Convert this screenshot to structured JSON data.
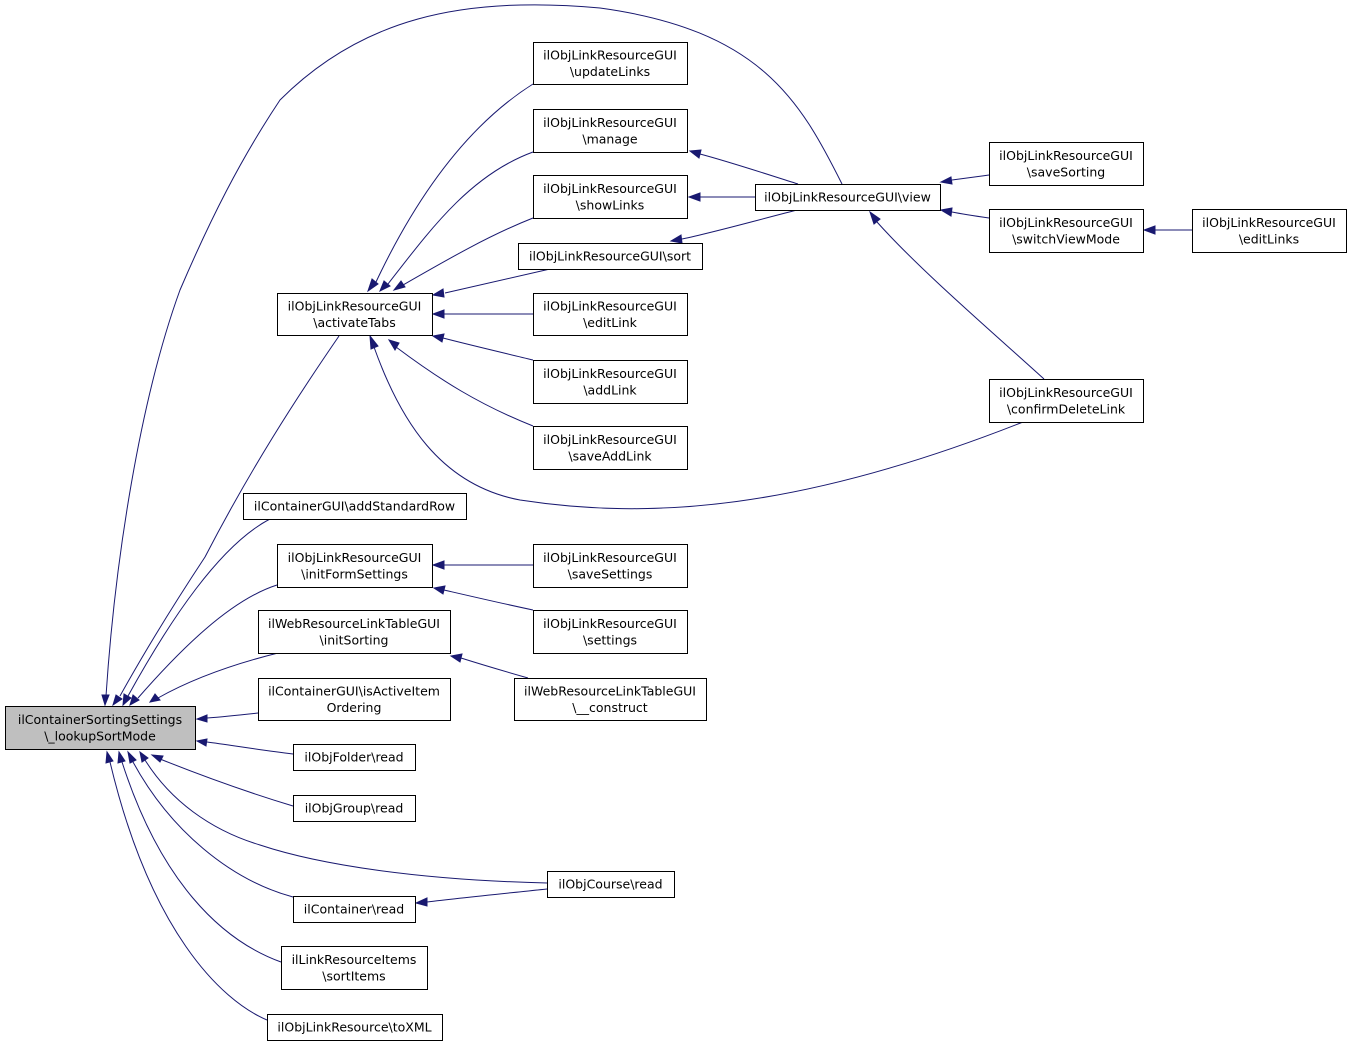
{
  "diagram": {
    "colors": {
      "edge": "#191970",
      "node_border": "#000000",
      "node_fill": "#ffffff",
      "root_fill": "#bfbfbf"
    },
    "nodes": [
      {
        "id": "root",
        "lines": [
          "ilContainerSortingSettings",
          "\\_lookupSortMode"
        ]
      },
      {
        "id": "activateTabs",
        "lines": [
          "ilObjLinkResourceGUI",
          "\\activateTabs"
        ]
      },
      {
        "id": "updateLinks",
        "lines": [
          "ilObjLinkResourceGUI",
          "\\updateLinks"
        ]
      },
      {
        "id": "manage",
        "lines": [
          "ilObjLinkResourceGUI",
          "\\manage"
        ]
      },
      {
        "id": "showLinks",
        "lines": [
          "ilObjLinkResourceGUI",
          "\\showLinks"
        ]
      },
      {
        "id": "sort",
        "lines": [
          "ilObjLinkResourceGUI\\sort"
        ]
      },
      {
        "id": "editLink",
        "lines": [
          "ilObjLinkResourceGUI",
          "\\editLink"
        ]
      },
      {
        "id": "addLink",
        "lines": [
          "ilObjLinkResourceGUI",
          "\\addLink"
        ]
      },
      {
        "id": "saveAddLink",
        "lines": [
          "ilObjLinkResourceGUI",
          "\\saveAddLink"
        ]
      },
      {
        "id": "view",
        "lines": [
          "ilObjLinkResourceGUI\\view"
        ]
      },
      {
        "id": "saveSorting",
        "lines": [
          "ilObjLinkResourceGUI",
          "\\saveSorting"
        ]
      },
      {
        "id": "switchViewMode",
        "lines": [
          "ilObjLinkResourceGUI",
          "\\switchViewMode"
        ]
      },
      {
        "id": "editLinks",
        "lines": [
          "ilObjLinkResourceGUI",
          "\\editLinks"
        ]
      },
      {
        "id": "confirmDeleteLink",
        "lines": [
          "ilObjLinkResourceGUI",
          "\\confirmDeleteLink"
        ]
      },
      {
        "id": "addStandardRow",
        "lines": [
          "ilContainerGUI\\addStandardRow"
        ]
      },
      {
        "id": "initFormSettings",
        "lines": [
          "ilObjLinkResourceGUI",
          "\\initFormSettings"
        ]
      },
      {
        "id": "saveSettings",
        "lines": [
          "ilObjLinkResourceGUI",
          "\\saveSettings"
        ]
      },
      {
        "id": "settings",
        "lines": [
          "ilObjLinkResourceGUI",
          "\\settings"
        ]
      },
      {
        "id": "initSorting",
        "lines": [
          "ilWebResourceLinkTableGUI",
          "\\initSorting"
        ]
      },
      {
        "id": "construct",
        "lines": [
          "ilWebResourceLinkTableGUI",
          "\\__construct"
        ]
      },
      {
        "id": "isActiveItemOrdering",
        "lines": [
          "ilContainerGUI\\isActiveItem",
          "Ordering"
        ]
      },
      {
        "id": "folderRead",
        "lines": [
          "ilObjFolder\\read"
        ]
      },
      {
        "id": "groupRead",
        "lines": [
          "ilObjGroup\\read"
        ]
      },
      {
        "id": "courseRead",
        "lines": [
          "ilObjCourse\\read"
        ]
      },
      {
        "id": "containerRead",
        "lines": [
          "ilContainer\\read"
        ]
      },
      {
        "id": "sortItems",
        "lines": [
          "ilLinkResourceItems",
          "\\sortItems"
        ]
      },
      {
        "id": "toXML",
        "lines": [
          "ilObjLinkResource\\toXML"
        ]
      }
    ],
    "edges": [
      {
        "from": "activateTabs",
        "to": "root"
      },
      {
        "from": "view",
        "to": "root"
      },
      {
        "from": "addStandardRow",
        "to": "root"
      },
      {
        "from": "initFormSettings",
        "to": "root"
      },
      {
        "from": "initSorting",
        "to": "root"
      },
      {
        "from": "isActiveItemOrdering",
        "to": "root"
      },
      {
        "from": "folderRead",
        "to": "root"
      },
      {
        "from": "groupRead",
        "to": "root"
      },
      {
        "from": "courseRead",
        "to": "root"
      },
      {
        "from": "containerRead",
        "to": "root"
      },
      {
        "from": "sortItems",
        "to": "root"
      },
      {
        "from": "toXML",
        "to": "root"
      },
      {
        "from": "updateLinks",
        "to": "activateTabs"
      },
      {
        "from": "manage",
        "to": "activateTabs"
      },
      {
        "from": "showLinks",
        "to": "activateTabs"
      },
      {
        "from": "sort",
        "to": "activateTabs"
      },
      {
        "from": "editLink",
        "to": "activateTabs"
      },
      {
        "from": "addLink",
        "to": "activateTabs"
      },
      {
        "from": "saveAddLink",
        "to": "activateTabs"
      },
      {
        "from": "confirmDeleteLink",
        "to": "activateTabs"
      },
      {
        "from": "view",
        "to": "manage"
      },
      {
        "from": "view",
        "to": "showLinks"
      },
      {
        "from": "view",
        "to": "sort"
      },
      {
        "from": "saveSorting",
        "to": "view"
      },
      {
        "from": "switchViewMode",
        "to": "view"
      },
      {
        "from": "confirmDeleteLink",
        "to": "view"
      },
      {
        "from": "editLinks",
        "to": "switchViewMode"
      },
      {
        "from": "saveSettings",
        "to": "initFormSettings"
      },
      {
        "from": "settings",
        "to": "initFormSettings"
      },
      {
        "from": "construct",
        "to": "initSorting"
      },
      {
        "from": "courseRead",
        "to": "containerRead"
      }
    ]
  }
}
